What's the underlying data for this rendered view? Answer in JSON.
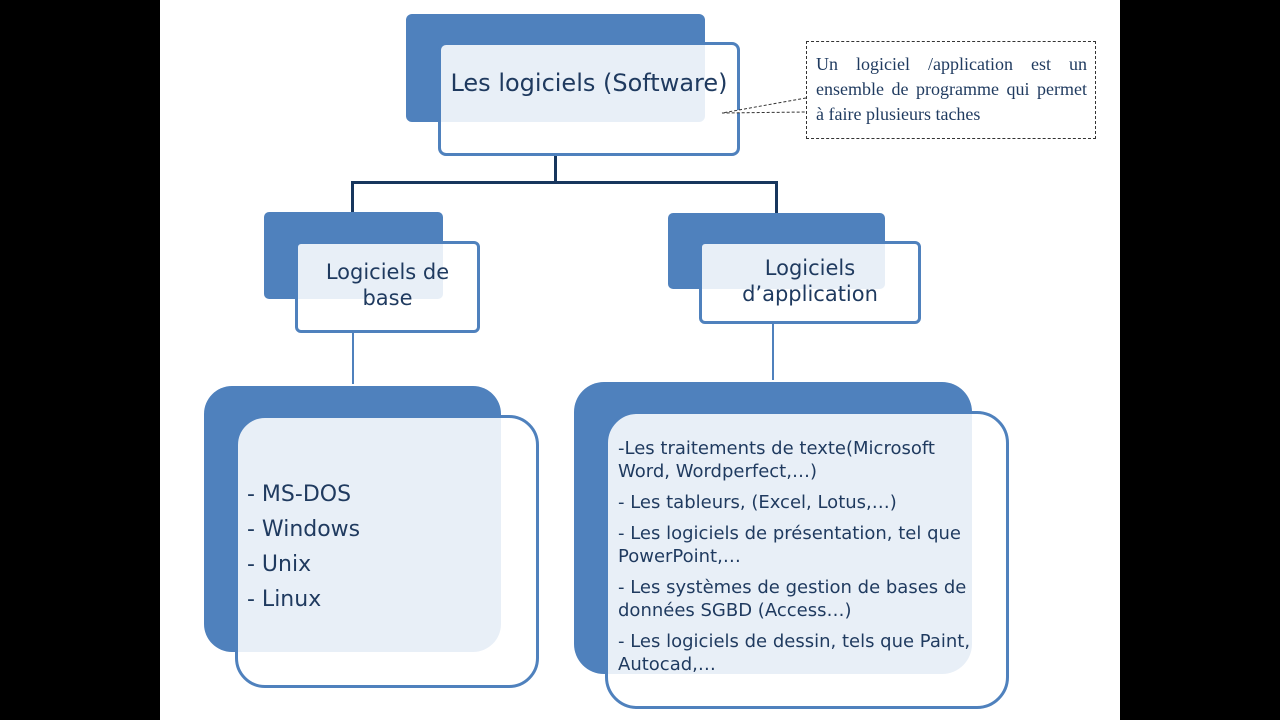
{
  "title": "Les logiciels (Software)",
  "definition": "Un logiciel /application  est un ensemble de  programme qui permet à faire plusieurs taches",
  "left_box": {
    "title": "Logiciels de base",
    "items": [
      "- MS-DOS",
      "- Windows",
      "- Unix",
      "- Linux"
    ]
  },
  "right_box": {
    "title": "Logiciels d’application",
    "items": [
      "-Les traitements de texte(Microsoft Word, Wordperfect,…)",
      "- Les tableurs, (Excel, Lotus,…)",
      "- Les logiciels de présentation, tel que PowerPoint,…",
      "- Les systèmes de gestion de bases de données SGBD (Access…)",
      "- Les logiciels de dessin, tels que Paint, Autocad,…"
    ]
  },
  "colors": {
    "accent": "#4f81bd",
    "connector": "#17365d",
    "text": "#1f3a5f"
  }
}
